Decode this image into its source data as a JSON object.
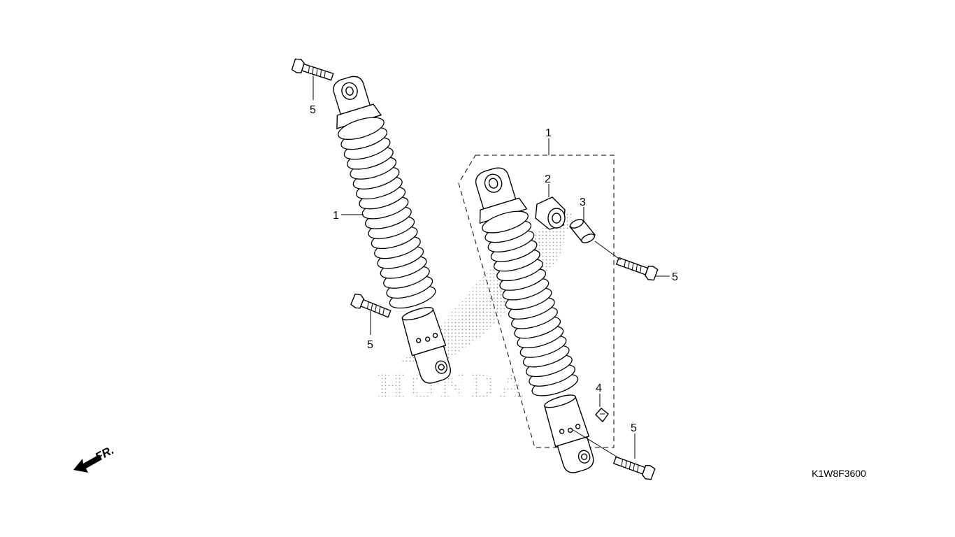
{
  "diagram": {
    "figure_code": "K1W8F3600",
    "direction_label": "FR.",
    "watermark_text": "HONDA",
    "callouts": {
      "left_shock_number": "1",
      "right_shock_number": "1",
      "bush_number": "2",
      "collar_number": "3",
      "label_number": "4",
      "bolt_upper_left_number": "5",
      "bolt_lower_left_number": "5",
      "bolt_right_upper_number": "5",
      "bolt_right_lower_number": "5"
    }
  }
}
